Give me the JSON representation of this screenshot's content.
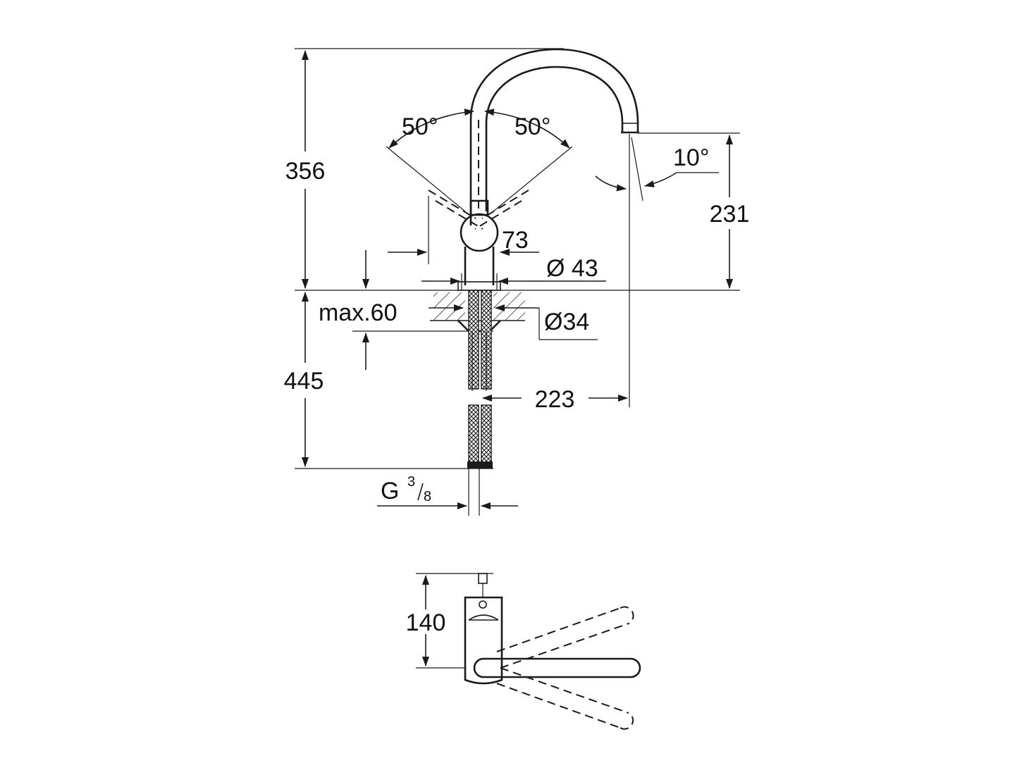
{
  "diagram": {
    "dimensions": {
      "total_height": "356",
      "spout_height": "231",
      "handle_angle_left": "50°",
      "handle_angle_right": "50°",
      "spout_angle": "10°",
      "body_diameter_73": "73",
      "base_diameter": "Ø 43",
      "hole_diameter": "Ø34",
      "max_thickness": "max.60",
      "hose_length": "445",
      "spout_reach": "223",
      "thread": "G",
      "thread_num": "3",
      "thread_den": "8",
      "top_depth": "140"
    }
  }
}
